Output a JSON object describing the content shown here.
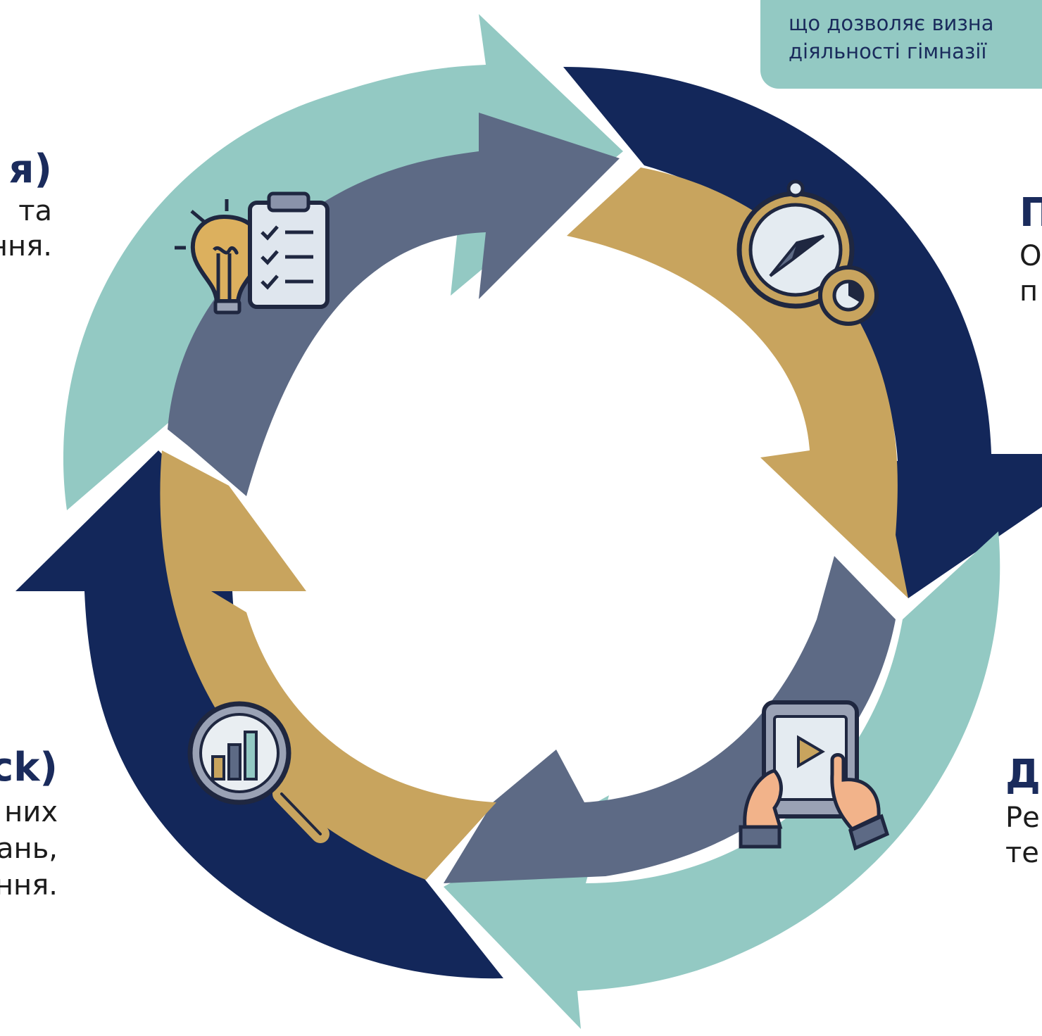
{
  "top_note": {
    "line1": "що дозволяє визна",
    "line2": "діяльності гімназії"
  },
  "stages": {
    "plan": {
      "title": "я)",
      "lines": [
        "та",
        "ння."
      ]
    },
    "goal": {
      "title": "П",
      "lines": [
        "О",
        "п"
      ]
    },
    "do": {
      "title": "Д",
      "lines": [
        "Ре",
        "те"
      ]
    },
    "check": {
      "title": "ck)",
      "lines": [
        "них",
        "ань,",
        "ння."
      ]
    }
  },
  "icons": {
    "plan": [
      "lightbulb-icon",
      "checklist-clipboard-icon"
    ],
    "goal": [
      "compass-icon",
      "gear-icon"
    ],
    "do": [
      "tablet-play-icon",
      "hands-icon"
    ],
    "check": [
      "magnifier-bar-chart-icon"
    ]
  },
  "colors": {
    "navy": "#13275a",
    "teal": "#93c9c3",
    "gold": "#c8a45e",
    "slate": "#5d6a85"
  }
}
